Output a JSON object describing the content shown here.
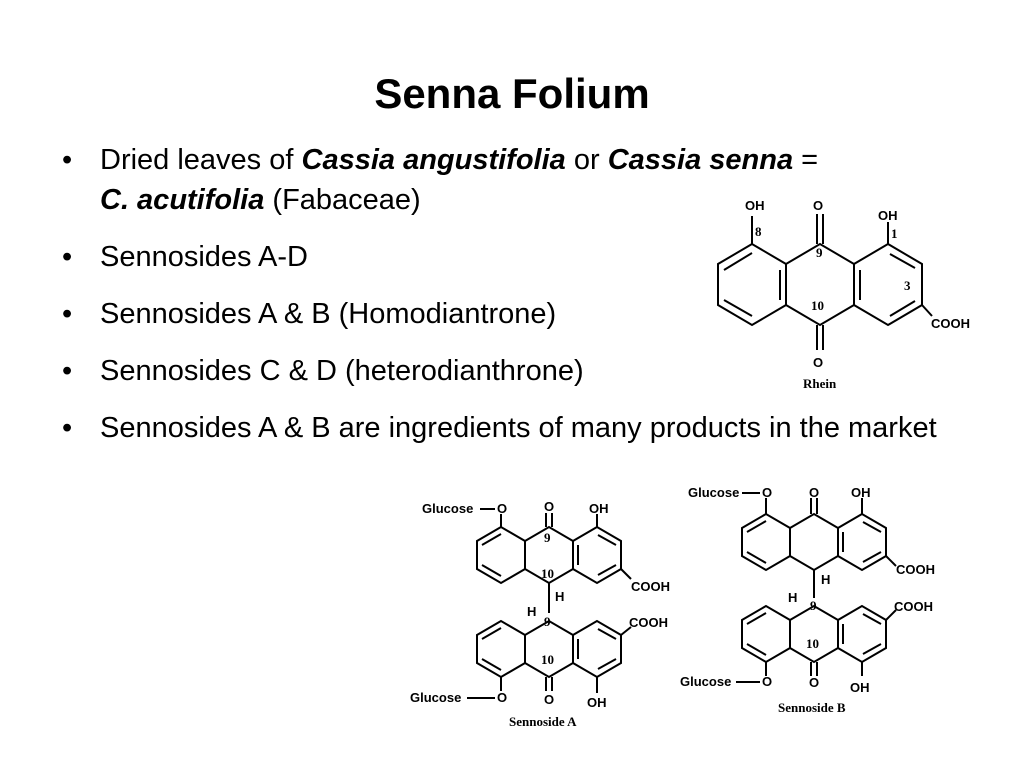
{
  "slide": {
    "title": "Senna Folium",
    "bullets": [
      {
        "segments": [
          {
            "text": "Dried leaves of ",
            "style": "normal"
          },
          {
            "text": "Cassia angustifolia",
            "style": "bold-italic"
          },
          {
            "text": " or  ",
            "style": "normal"
          },
          {
            "text": "Cassia senna",
            "style": "bold-italic"
          },
          {
            "text": " = ",
            "style": "normal"
          },
          {
            "text": "C. acutifolia",
            "style": "bold-italic"
          },
          {
            "text": " (Fabaceae)",
            "style": "normal"
          }
        ]
      },
      {
        "text": "Sennosides A-D"
      },
      {
        "text": "Sennosides A & B (Homodiantrone)"
      },
      {
        "text": "Sennosides C & D (heterodianthrone)"
      },
      {
        "text": "Sennosides A & B  are ingredients of many products in the market"
      }
    ]
  },
  "rhein": {
    "caption": "Rhein",
    "labels": {
      "oh_left": "OH",
      "o_top": "O",
      "oh_right": "OH",
      "o_bottom": "O",
      "cooh": "COOH"
    },
    "numbers": {
      "n8": "8",
      "n9": "9",
      "n1": "1",
      "n3": "3",
      "n10": "10"
    }
  },
  "sennoside_a": {
    "caption": "Sennoside A",
    "labels": {
      "glucose_top": "Glucose",
      "o_top_left": "O",
      "o_top": "O",
      "oh_top": "OH",
      "cooh_top": "COOH",
      "h_top": "H",
      "h_bottom": "H",
      "cooh_bottom": "COOH",
      "glucose_bottom": "Glucose",
      "o_bottom_left": "O",
      "o_bottom": "O",
      "oh_bottom": "OH"
    },
    "numbers": {
      "n9_top": "9",
      "n10_top": "10",
      "n9_bottom": "9",
      "n10_bottom": "10"
    }
  },
  "sennoside_b": {
    "caption": "Sennoside B",
    "labels": {
      "glucose_top": "Glucose",
      "o_top_left": "O",
      "o_top": "O",
      "oh_top": "OH",
      "cooh_top": "COOH",
      "h_top": "H",
      "h_bottom": "H",
      "cooh_bottom": "COOH",
      "glucose_bottom": "Glucose",
      "o_bottom_left": "O",
      "o_bottom": "O",
      "oh_bottom": "OH"
    },
    "numbers": {
      "n9_bottom": "9",
      "n10_bottom": "10"
    }
  }
}
